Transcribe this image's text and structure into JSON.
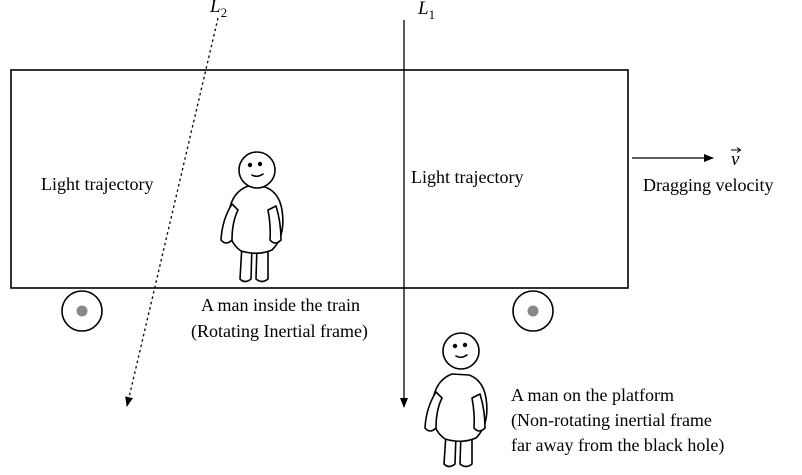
{
  "beams": [
    {
      "symbol": "L",
      "subscript": "2"
    },
    {
      "symbol": "L",
      "subscript": "1"
    }
  ],
  "labels": {
    "light_trajectory_left": "Light trajectory",
    "light_trajectory_right": "Light trajectory",
    "velocity_symbol": "v",
    "velocity_label": "Dragging velocity",
    "man_inside_line1": "A man inside the train",
    "man_inside_line2": "(Rotating Inertial frame)",
    "man_platform_line1": "A man on the platform",
    "man_platform_line2": "(Non-rotating inertial frame",
    "man_platform_line3": "far away from the black hole)"
  },
  "colors": {
    "line": "#000000",
    "wheel_hub": "#888888",
    "background": "#ffffff"
  }
}
